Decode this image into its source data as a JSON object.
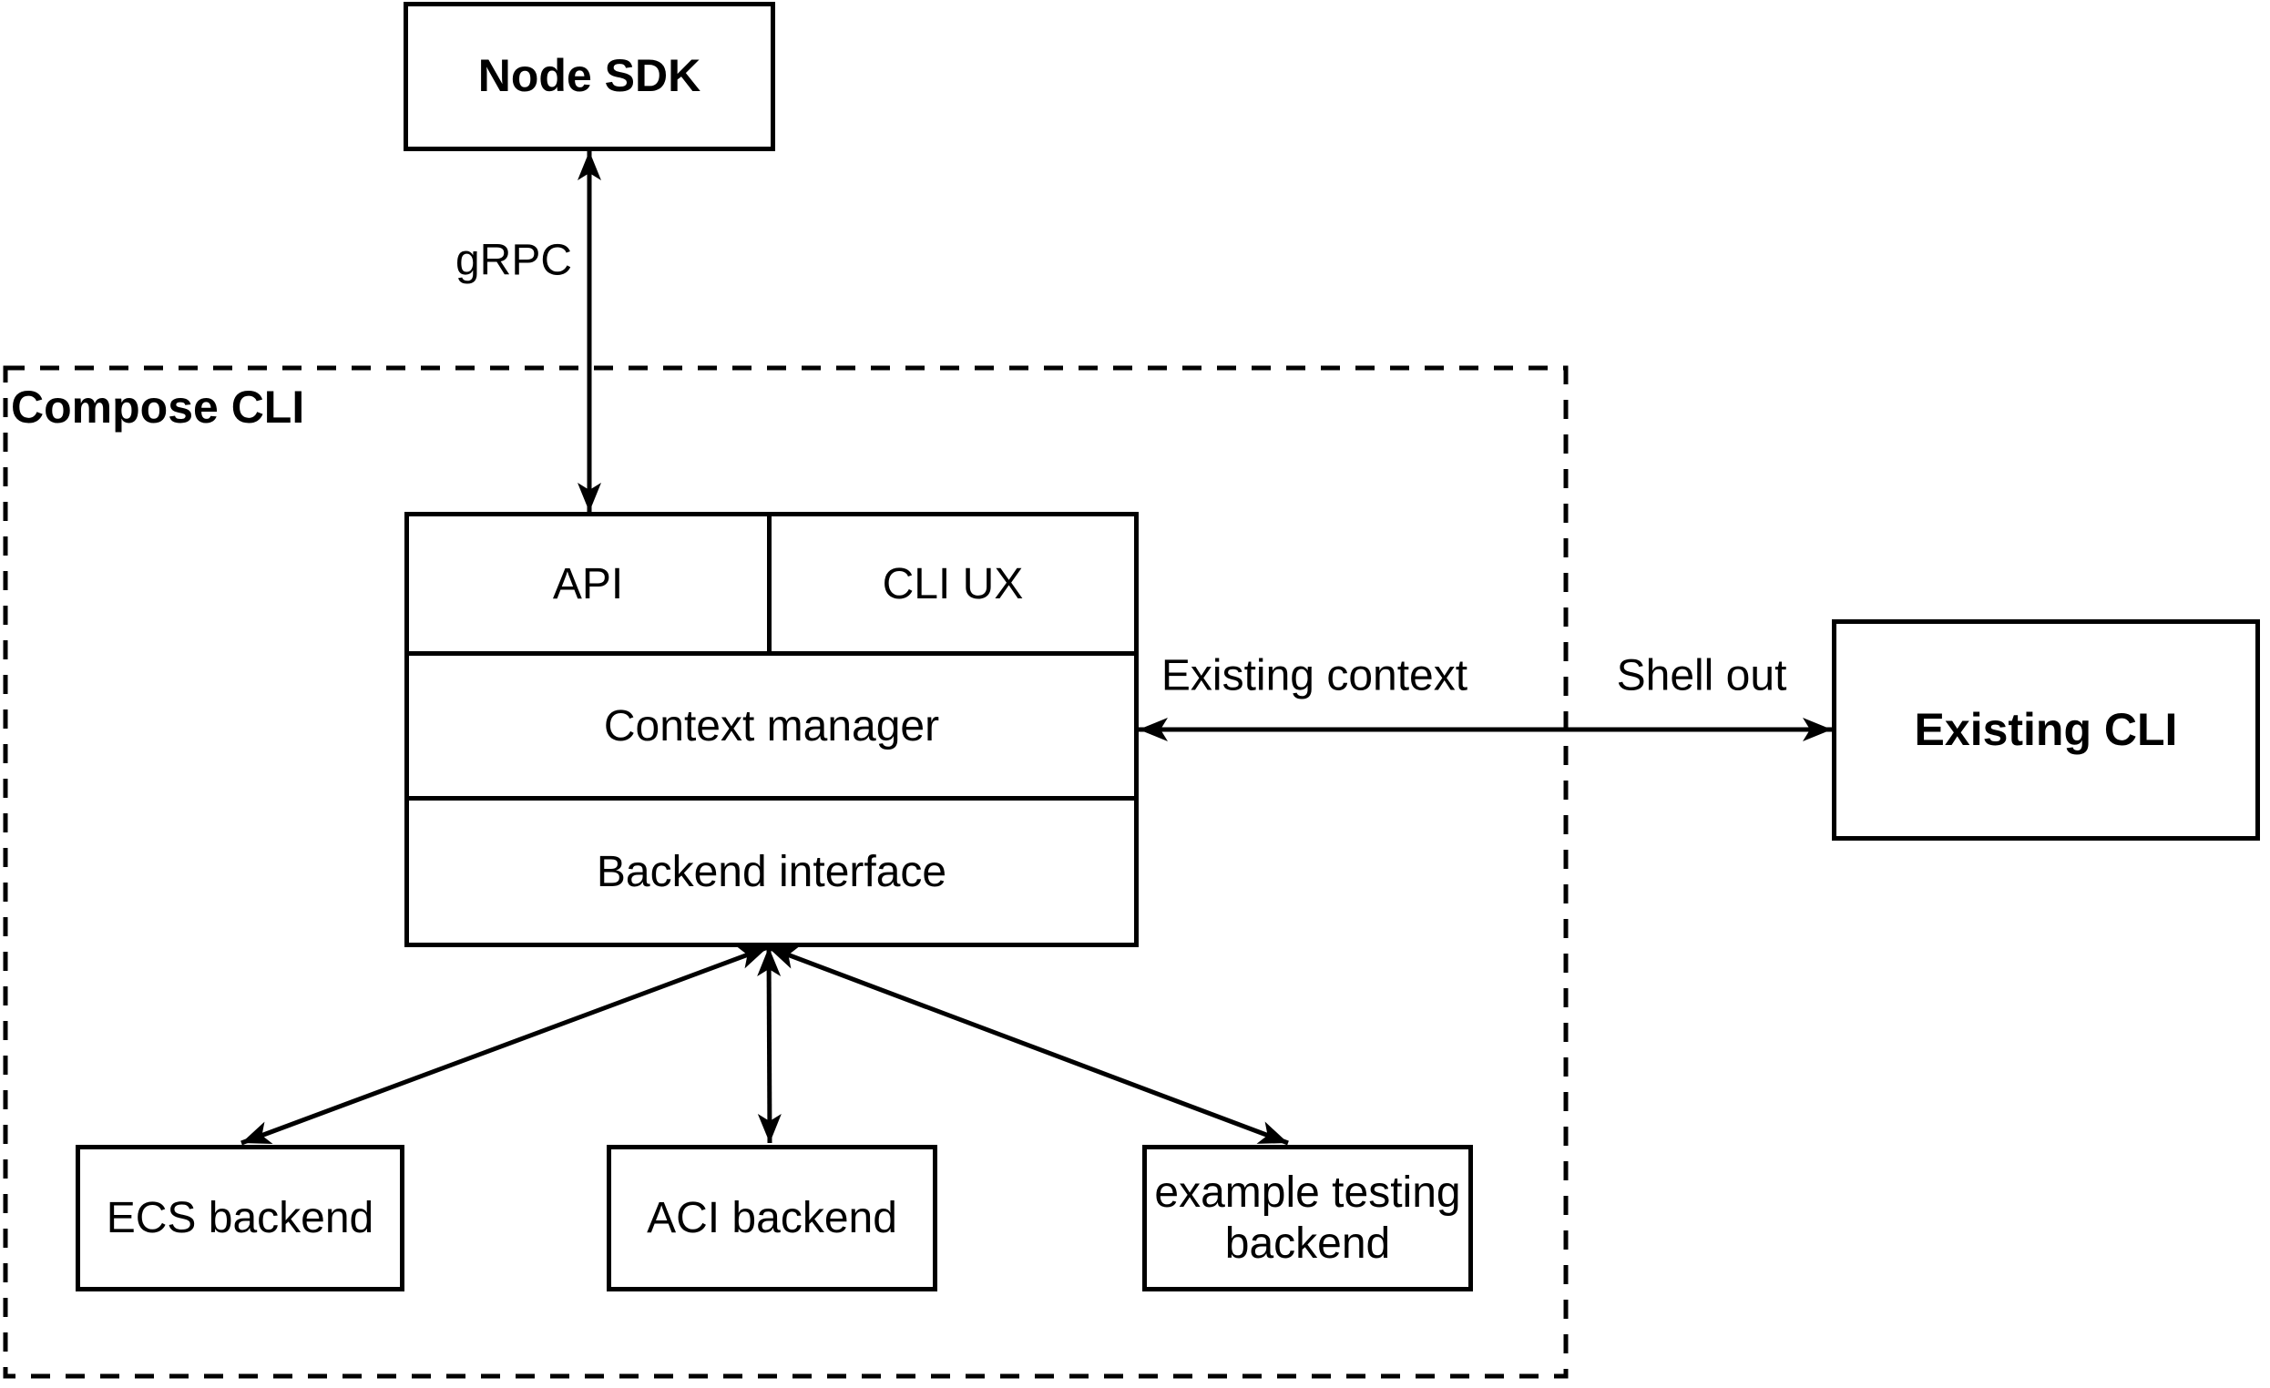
{
  "diagram": {
    "title_nodes": {
      "node_sdk": {
        "label": "Node SDK"
      },
      "existing_cli": {
        "label": "Existing CLI"
      }
    },
    "container": {
      "label": "Compose CLI"
    },
    "stack": {
      "api": {
        "label": "API"
      },
      "cli_ux": {
        "label": "CLI UX"
      },
      "context_manager": {
        "label": "Context manager"
      },
      "backend_interface": {
        "label": "Backend interface"
      }
    },
    "backends": {
      "ecs": {
        "label": "ECS backend"
      },
      "aci": {
        "label": "ACI backend"
      },
      "example_testing": {
        "label": "example testing\nbackend"
      }
    },
    "edge_labels": {
      "grpc": "gRPC",
      "existing_context": "Existing context",
      "shell_out": "Shell out"
    },
    "colors": {
      "stroke": "#000000",
      "background": "#ffffff"
    }
  }
}
